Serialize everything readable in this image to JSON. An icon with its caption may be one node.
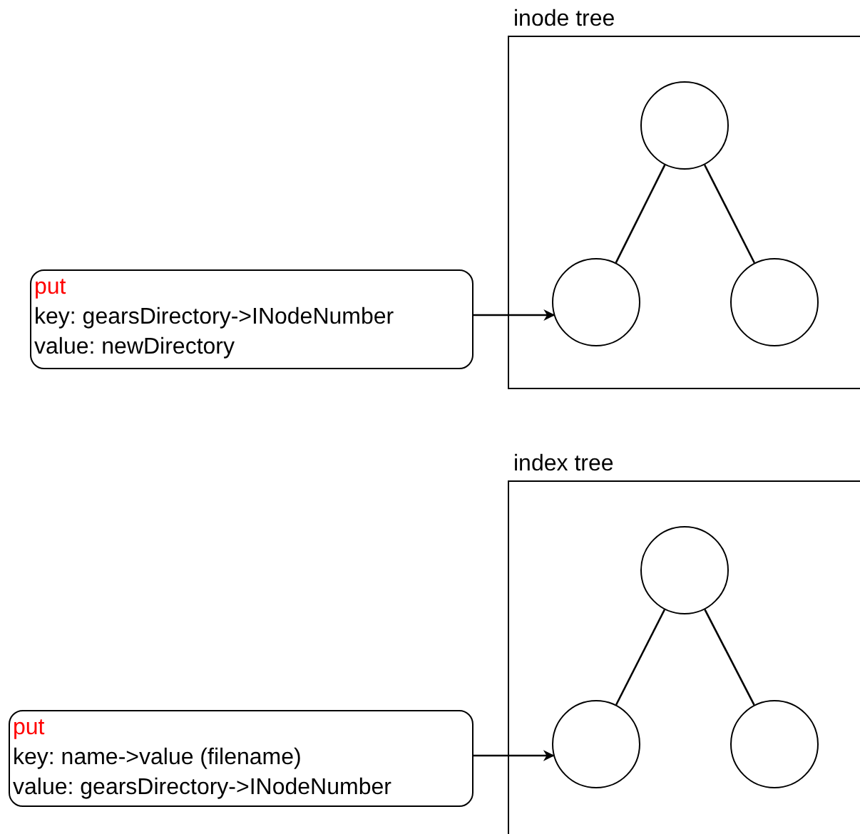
{
  "diagram": {
    "nodes": [
      {
        "text": [
          "inode tree"
        ]
      },
      {
        "text": [],
        "shape": "circle",
        "in": 0
      },
      {
        "text": [],
        "shape": "circle",
        "in": 0
      },
      {
        "text": [],
        "shape": "circle",
        "in": 0
      },
      {
        "text": [
          "put",
          "key: gearsDirectory->INodeNumber",
          "value: newDirectory"
        ]
      },
      {
        "text": [
          "index tree"
        ]
      },
      {
        "text": [],
        "shape": "circle",
        "in": 5
      },
      {
        "text": [],
        "shape": "circle",
        "in": 5
      },
      {
        "text": [],
        "shape": "circle",
        "in": 5
      },
      {
        "text": [
          "put",
          "key: name->value (filename)",
          "value: gearsDirectory->INodeNumber"
        ]
      }
    ],
    "edges": [
      {
        "from": 1,
        "to": 2,
        "arrow": "none"
      },
      {
        "from": 1,
        "to": 3,
        "arrow": "none"
      },
      {
        "from": 4,
        "to": 2,
        "arrow": "to"
      },
      {
        "from": 6,
        "to": 7,
        "arrow": "none"
      },
      {
        "from": 6,
        "to": 8,
        "arrow": "none"
      },
      {
        "from": 9,
        "to": 7,
        "arrow": "to"
      }
    ]
  }
}
